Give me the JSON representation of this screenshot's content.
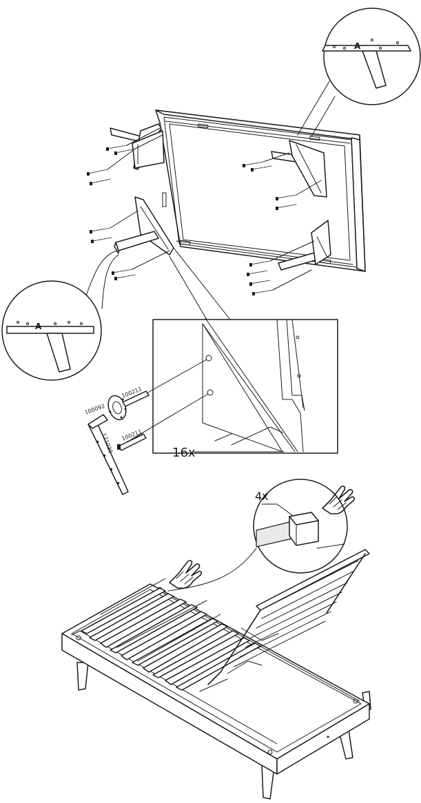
{
  "figure": {
    "callouts": {
      "leg_label_top": "A",
      "leg_label_left": "A",
      "screw_count": "16x",
      "cap_count": "4x"
    },
    "parts": {
      "wrench_code": "121030",
      "washer_code": "100092",
      "bolt_code_upper": "100211",
      "bolt_code_lower": "100211"
    },
    "icons": [
      "hand-press-icon",
      "hand-press-icon"
    ]
  }
}
